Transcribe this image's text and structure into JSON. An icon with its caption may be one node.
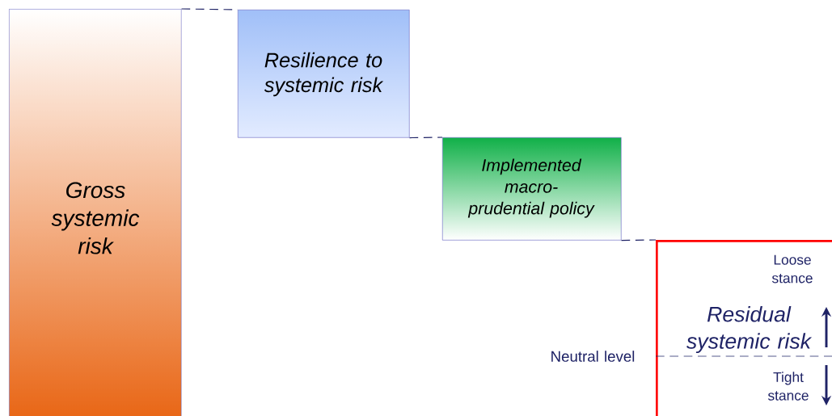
{
  "diagram": {
    "nodes": [
      {
        "text": [
          "Gross systemic risk"
        ]
      },
      {
        "text": [
          "Resilience to systemic risk"
        ]
      },
      {
        "text": [
          "Implemented macro-prudential policy"
        ]
      },
      {
        "text": [
          "Residual systemic risk"
        ]
      }
    ],
    "edges": [
      {
        "from": 0,
        "to": 1,
        "arrow": "none",
        "style": "dashed"
      },
      {
        "from": 1,
        "to": 2,
        "arrow": "none",
        "style": "dashed"
      },
      {
        "from": 2,
        "to": 3,
        "arrow": "none",
        "style": "dashed"
      }
    ],
    "labels": [
      "Loose stance",
      "Neutral level",
      "Tight stance"
    ]
  }
}
